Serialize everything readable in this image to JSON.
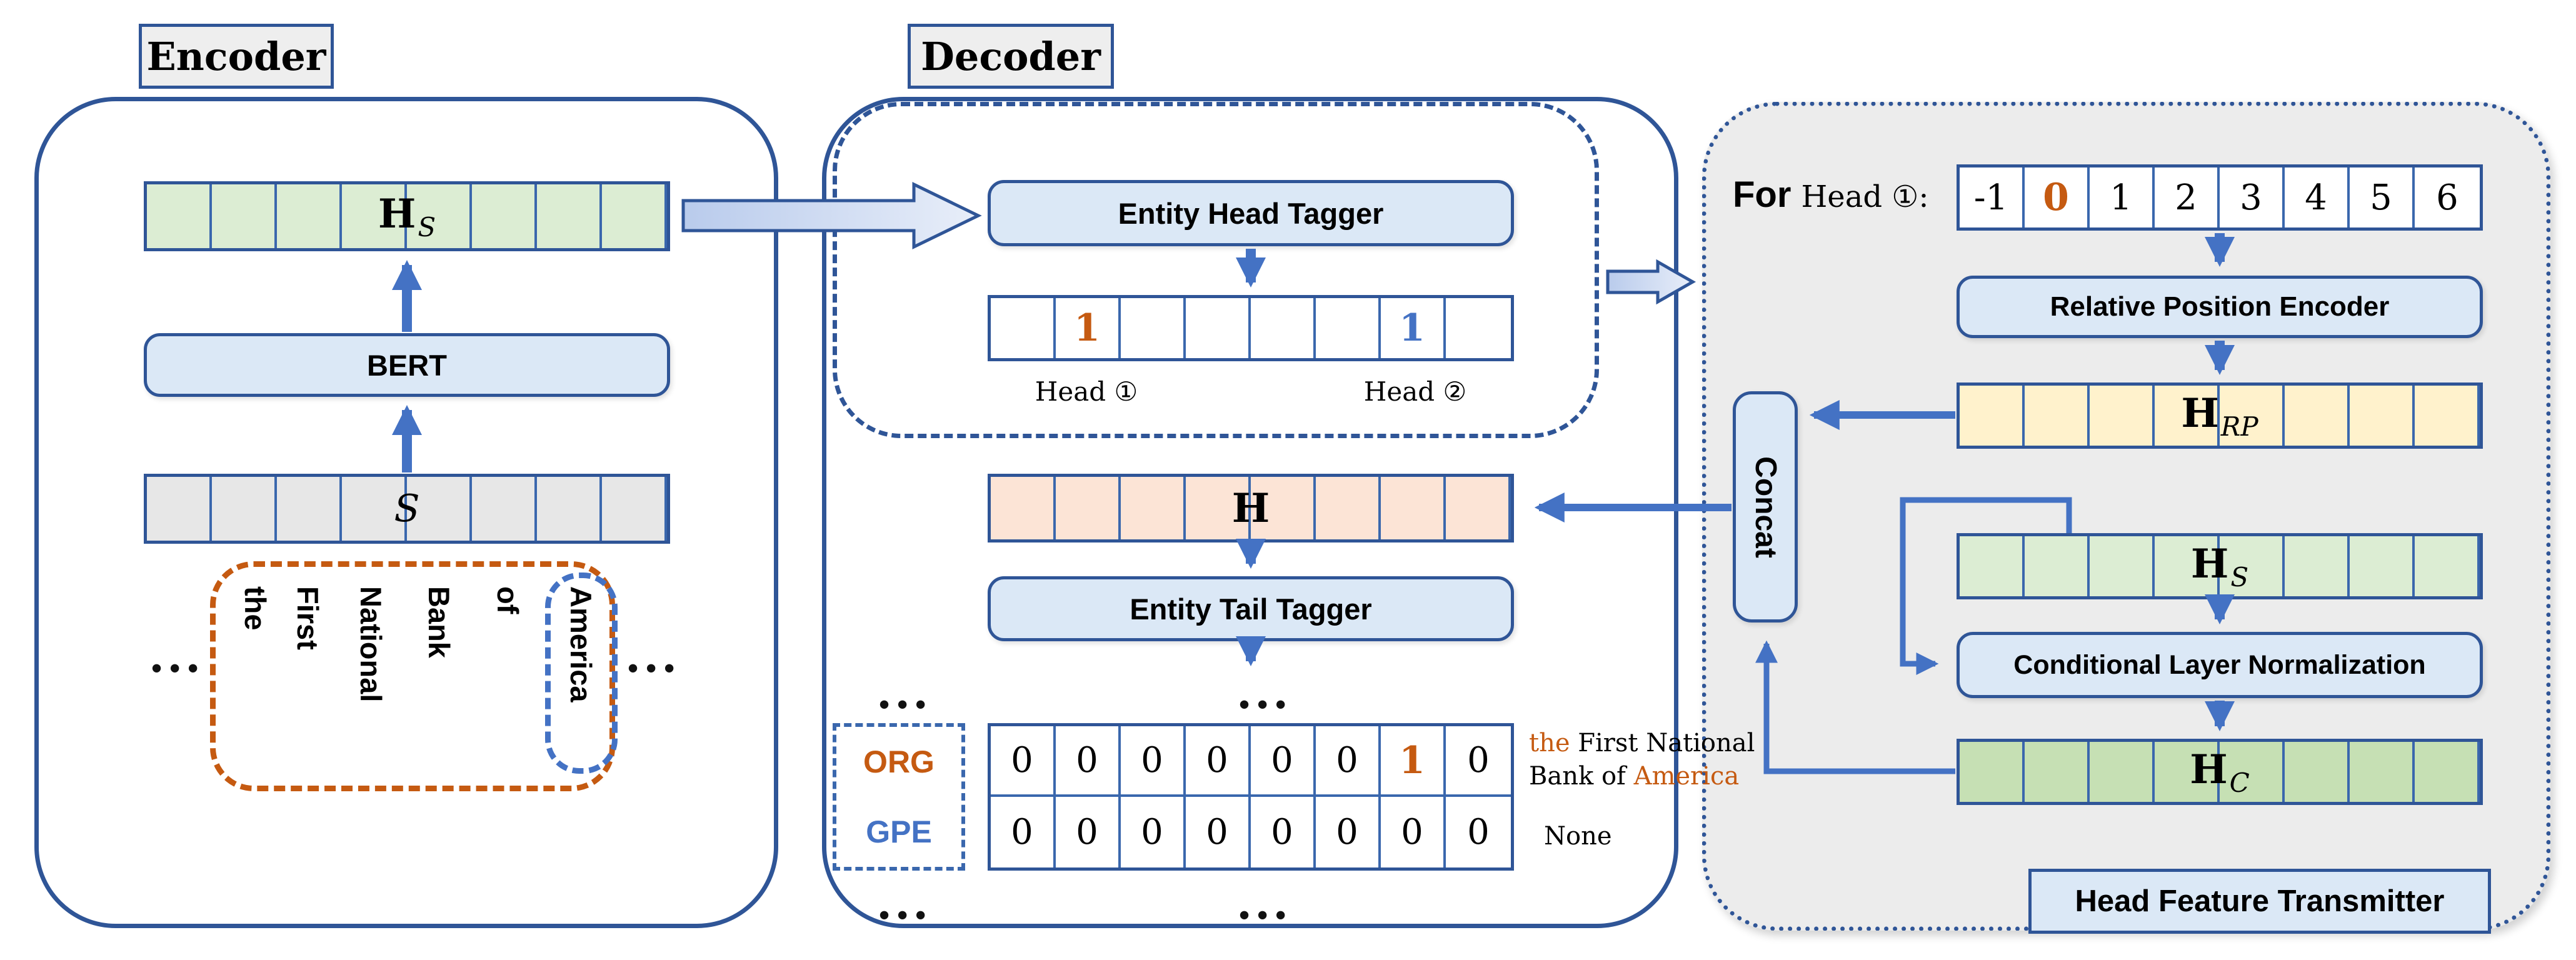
{
  "colors": {
    "border_blue": "#2f5597",
    "arrow_blue": "#4472c4",
    "accent_orange": "#c55a11",
    "accent_blue": "#4472c4",
    "box_fill_blue": "#dbe8f6",
    "row_green_light": "#dcedd3",
    "row_green_dark": "#c6e0b4",
    "row_yellow": "#fff2cc",
    "row_peach": "#fce4d6",
    "row_gray": "#e7e7e7",
    "panel_gray": "#ececec"
  },
  "encoder": {
    "title": "Encoder",
    "hs_label": {
      "main": "H",
      "sub": "S"
    },
    "bert": "BERT",
    "s_label": "S",
    "words": [
      "the",
      "First",
      "National",
      "Bank",
      "of",
      "America"
    ],
    "ellipsis": "..."
  },
  "decoder": {
    "title": "Decoder",
    "entity_head_tagger": "Entity Head Tagger",
    "head_row": [
      "",
      "1",
      "",
      "",
      "",
      "",
      "1",
      ""
    ],
    "head1": "Head ①",
    "head2": "Head ②",
    "h_label": "H",
    "entity_tail_tagger": "Entity Tail Tagger",
    "ellipsis": "...",
    "row_labels": [
      "ORG",
      "GPE"
    ],
    "org_row": [
      "0",
      "0",
      "0",
      "0",
      "0",
      "0",
      "1",
      "0"
    ],
    "gpe_row": [
      "0",
      "0",
      "0",
      "0",
      "0",
      "0",
      "0",
      "0"
    ],
    "org_span": {
      "p1": "the",
      "p2": " First National Bank of ",
      "p3": "America"
    },
    "gpe_span": "None"
  },
  "transmitter": {
    "for_prefix": "For",
    "for_head": "Head ①:",
    "position_row": [
      "-1",
      "0",
      "1",
      "2",
      "3",
      "4",
      "5",
      "6"
    ],
    "relative_position_encoder": "Relative Position Encoder",
    "hrp_label": {
      "main": "H",
      "sub": "RP"
    },
    "concat": "Concat",
    "hs_label": {
      "main": "H",
      "sub": "S"
    },
    "conditional_layer_normalization": "Conditional Layer Normalization",
    "hc_label": {
      "main": "H",
      "sub": "C"
    },
    "title": "Head Feature Transmitter"
  }
}
